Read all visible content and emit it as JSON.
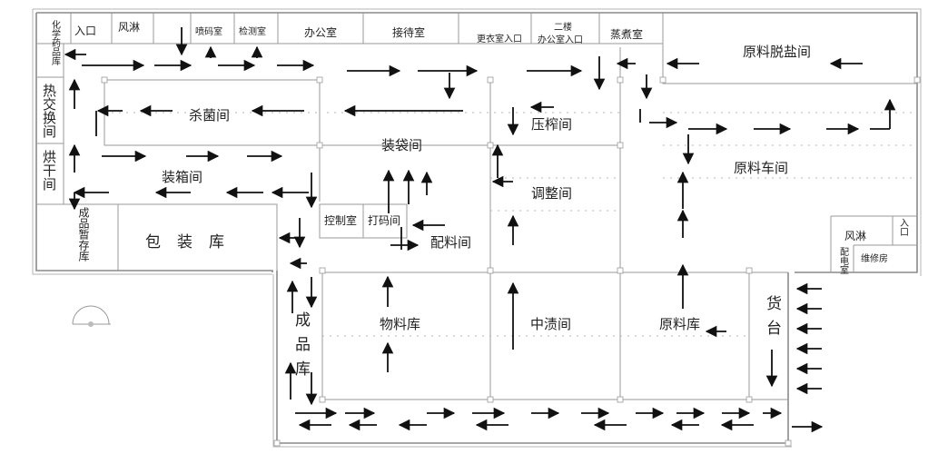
{
  "rooms": {
    "chem_store": "化学药品库",
    "entrance_left": "入口",
    "air_shower_left": "风淋",
    "code_spray": "喷码室",
    "inspection": "检测室",
    "office": "办公室",
    "reception": "接待室",
    "changing": "更衣室入口",
    "second_floor_1": "二楼",
    "second_floor_2": "办公室入口",
    "steaming": "蒸煮室",
    "desalting": "原料脱盐间",
    "heat_exchange": "热交换间",
    "drying": "烘干间",
    "sterilizing": "杀菌间",
    "boxing": "装箱间",
    "bagging": "装袋间",
    "pressing": "压榨间",
    "adjusting": "调整间",
    "raw_workshop": "原料车间",
    "temp_storage": "成品暂存库",
    "packaging_store": "包装库",
    "control_room": "控制室",
    "code_room": "打码间",
    "mixing": "配料间",
    "air_shower_right": "风淋",
    "entrance_right": "入口",
    "power_room": "配电室",
    "repair_room": "维修房",
    "finished_store": "成品库",
    "materials_store": "物料库",
    "soaking": "中渍间",
    "raw_store": "原料库",
    "loading_dock": "货台"
  }
}
